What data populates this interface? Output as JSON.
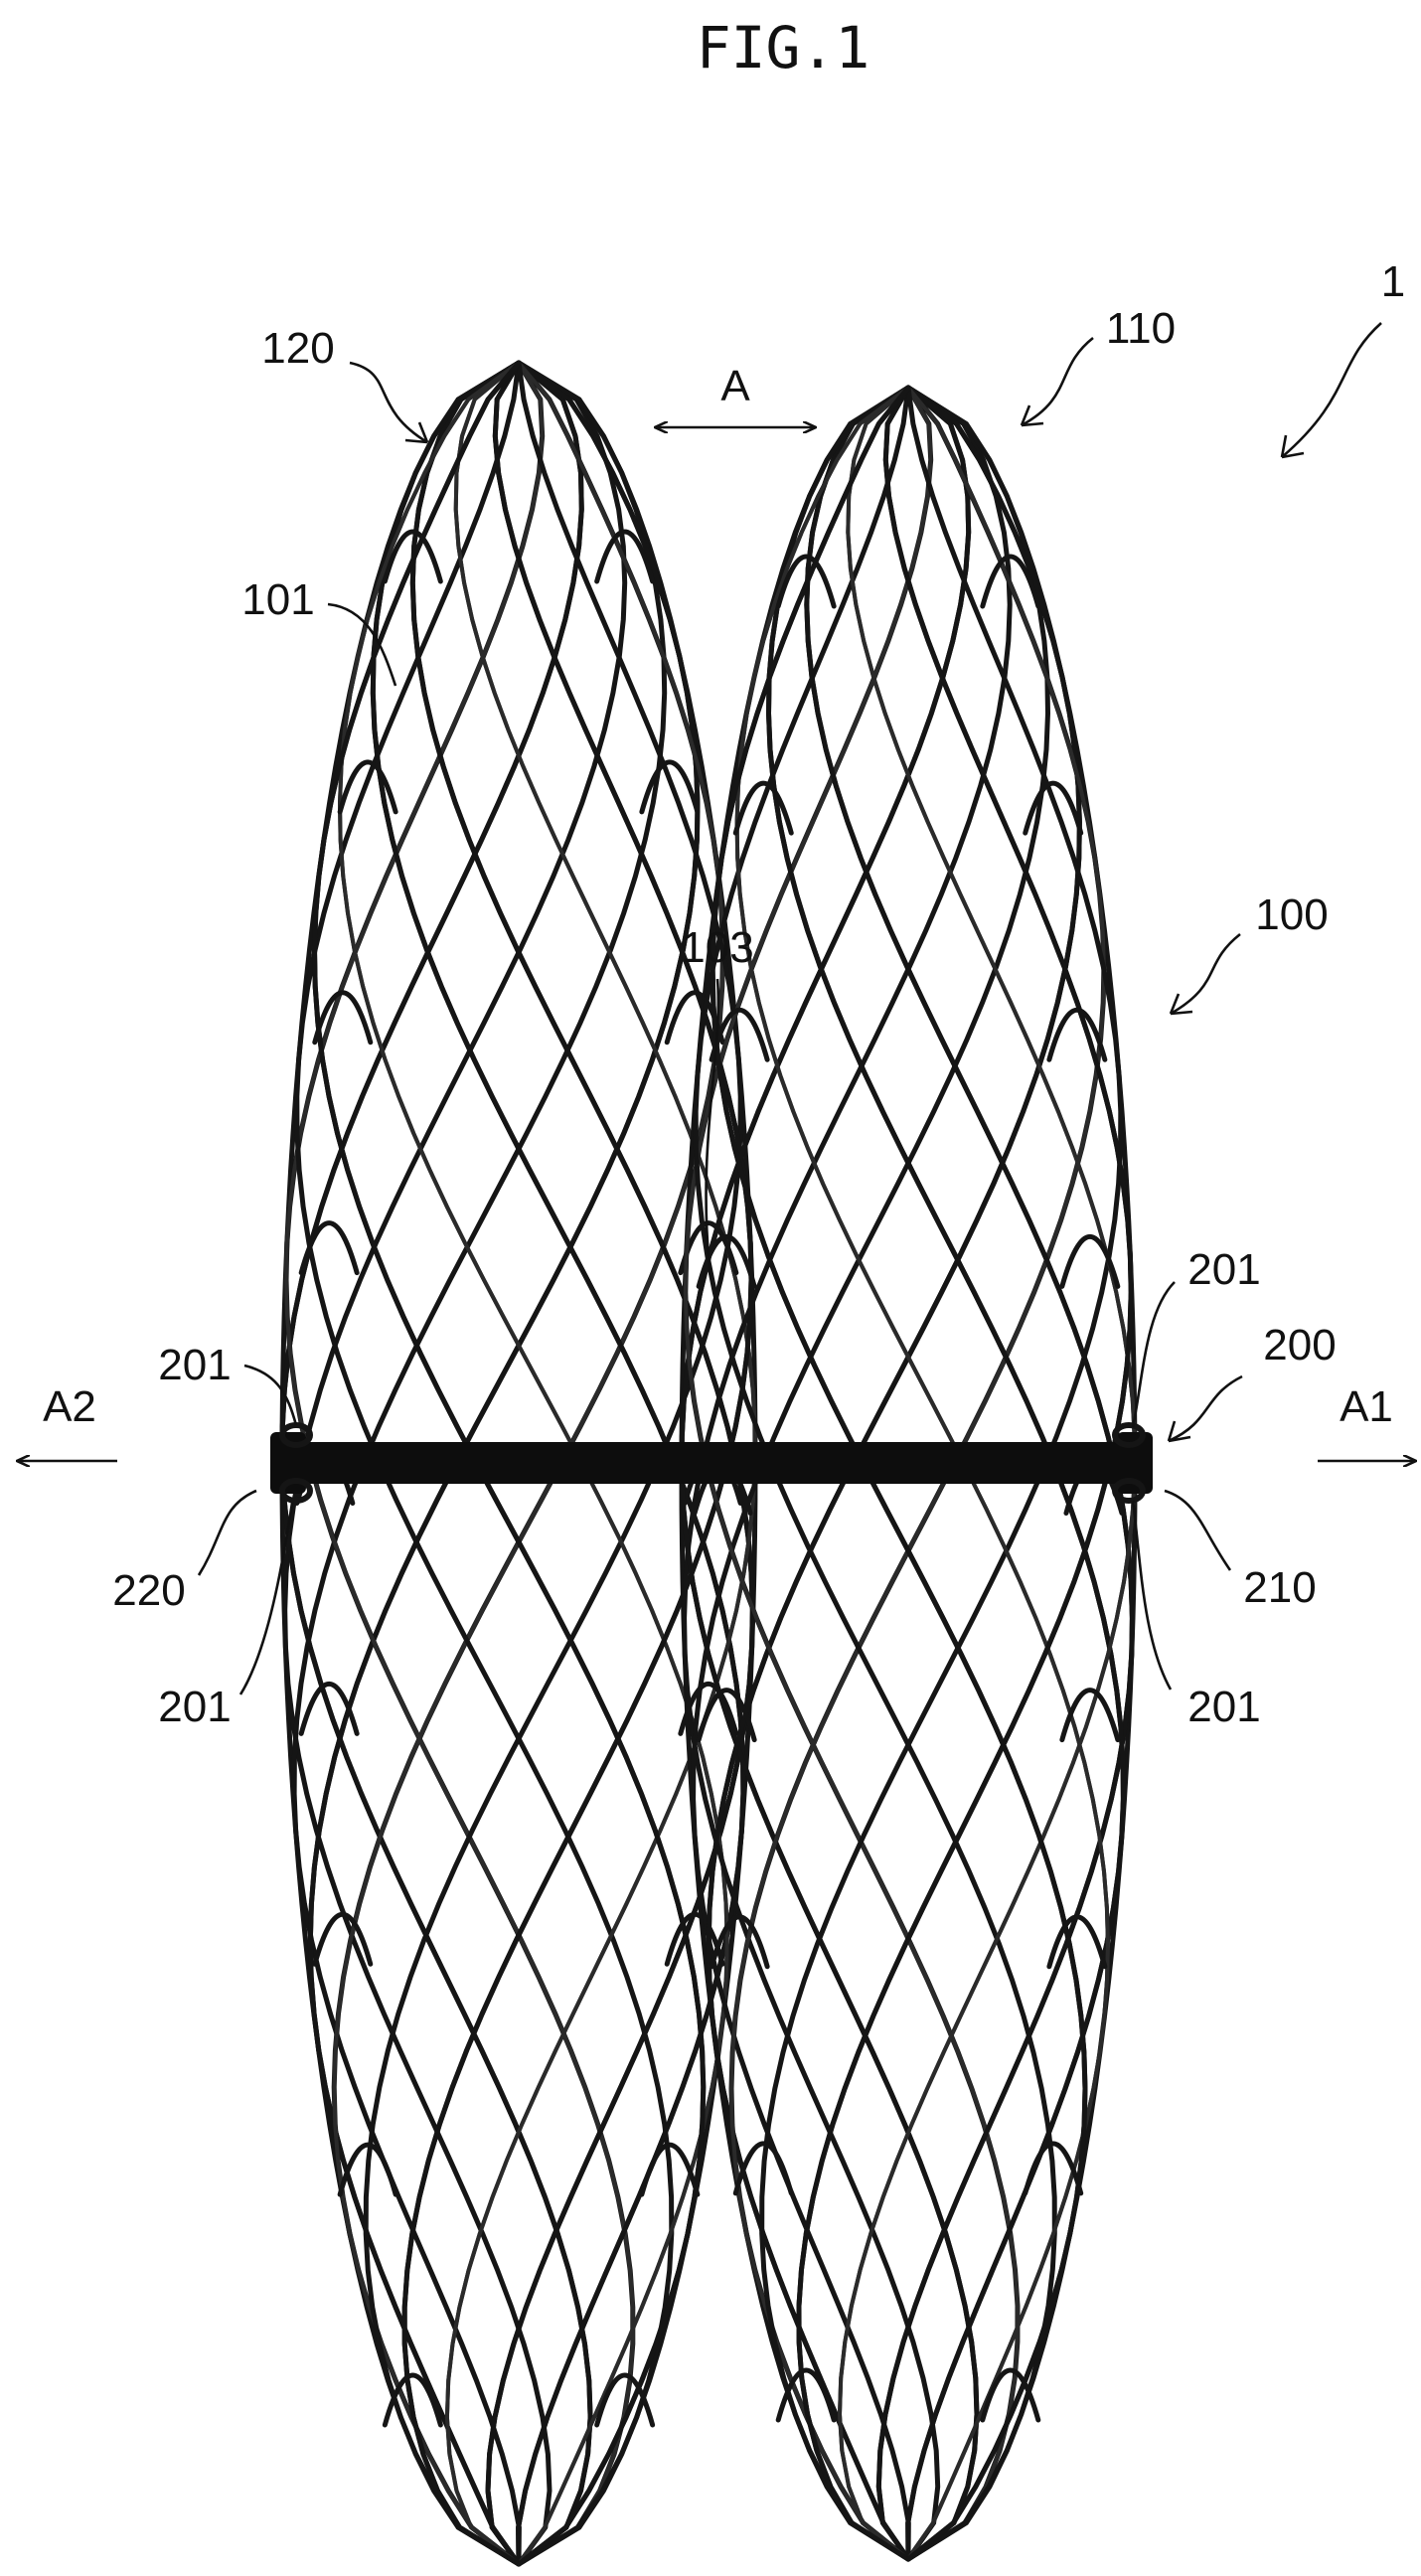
{
  "figure": {
    "title": "FIG.1",
    "reference_numerals": {
      "device": "1",
      "mesh_body": "100",
      "wire": "101",
      "neck": "103",
      "first_disc": "110",
      "second_disc": "120",
      "shaft": "200",
      "shaft_end_first": "210",
      "shaft_end_second": "220",
      "wire_end_upper_right": "201",
      "wire_end_upper_left": "201",
      "wire_end_lower_left": "201",
      "wire_end_lower_right": "201"
    },
    "direction_labels": {
      "axial": "A",
      "first_direction": "A1",
      "second_direction": "A2"
    }
  },
  "colors": {
    "line": "#151515",
    "background": "#ffffff"
  }
}
